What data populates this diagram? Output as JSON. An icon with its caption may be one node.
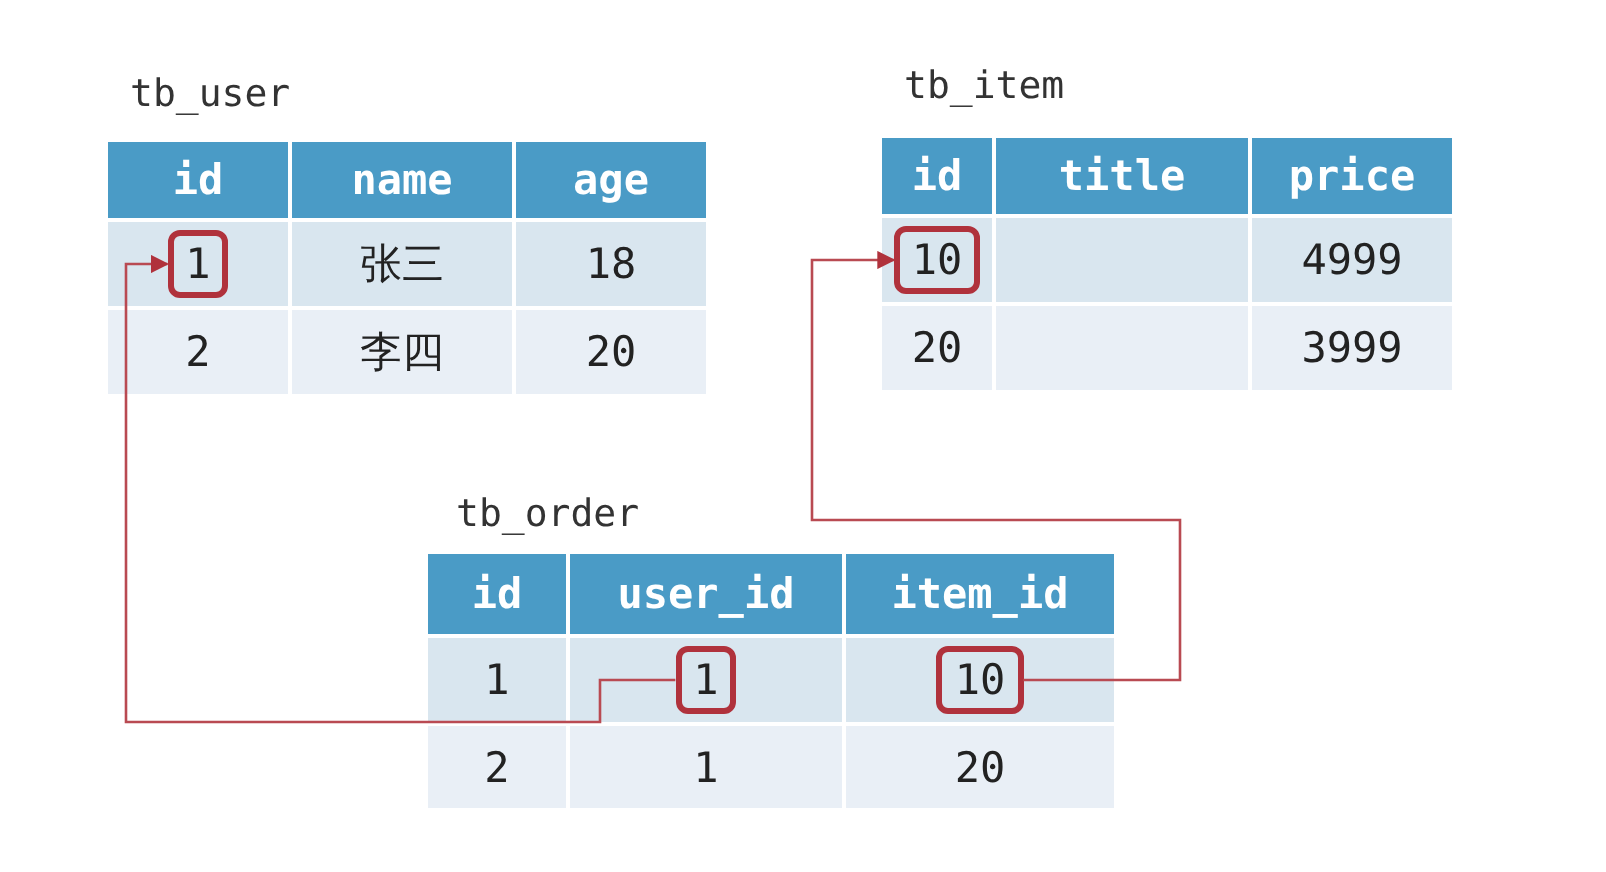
{
  "diagram": {
    "nodes": [
      {
        "text": [
          "tb_user"
        ]
      },
      {
        "text": [
          "1"
        ],
        "in": 0
      },
      {
        "text": [
          "tb_item"
        ]
      },
      {
        "text": [
          "10"
        ],
        "in": 2
      },
      {
        "text": [
          "tb_order"
        ]
      },
      {
        "text": [
          "1"
        ],
        "in": 4
      },
      {
        "text": [
          "10"
        ],
        "in": 4
      }
    ],
    "edges": [
      {
        "from": 5,
        "to": 1,
        "arrow": "to"
      },
      {
        "from": 6,
        "to": 3,
        "arrow": "to"
      }
    ],
    "labels": [
      "id",
      "name",
      "age",
      "张三",
      "18",
      "2",
      "李四",
      "20",
      "id",
      "title",
      "price",
      "4999",
      "20",
      "3999",
      "id",
      "user_id",
      "item_id",
      "1",
      "2",
      "1",
      "20"
    ]
  }
}
